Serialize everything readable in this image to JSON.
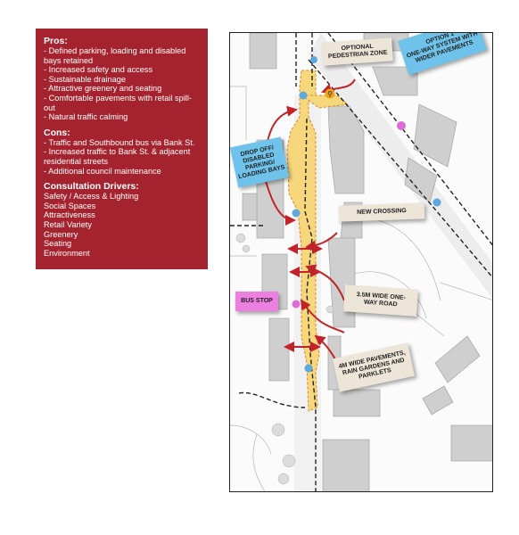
{
  "panel": {
    "pros_heading": "Pros:",
    "pros_items": [
      "- Defined parking, loading and disabled bays retained",
      "- Increased safety and access",
      "- Sustainable drainage",
      "- Attractive greenery and seating",
      "- Comfortable pavements with retail spill-out",
      "- Natural traffic calming"
    ],
    "cons_heading": "Cons:",
    "cons_items": [
      "- Traffic and Southbound bus via Bank St.",
      "- Increased traffic to Bank St. & adjacent residential streets",
      "- Additional council maintenance"
    ],
    "drivers_heading": "Consultation Drivers:",
    "drivers_items": [
      "Safety / Access & Lighting",
      "Social Spaces",
      "Attractiveness",
      "Retail Variety",
      "Greenery",
      "Seating",
      "Environment"
    ]
  },
  "labels": {
    "option": "OPTION 1\nONE-WAY SYSTEM WITH\nWIDER PAVEMENTS",
    "pedestrian_zone": "OPTIONAL\nPEDESTRIAN ZONE",
    "drop_off": "DROP OFF/\nDISABLED\nPARKING/\nLOADING BAYS",
    "new_crossing": "NEW CROSSING",
    "bus_stop": "BUS STOP",
    "one_way_road": "3.5M WIDE ONE-\nWAY ROAD",
    "wide_pavements": "4M WIDE PAVEMENTS,\nRAIN GARDENS AND\nPARKLETS"
  },
  "colors": {
    "panel": "#a5232f",
    "street_zone": "#f6d77c",
    "arrows": "#c22328",
    "callout_beige": "#ece5d8",
    "callout_blue": "#6fc3ea",
    "callout_pink": "#ec7fe0"
  },
  "icons": [
    "pedestrian-icon",
    "bus-stop-icon",
    "car-icon"
  ]
}
